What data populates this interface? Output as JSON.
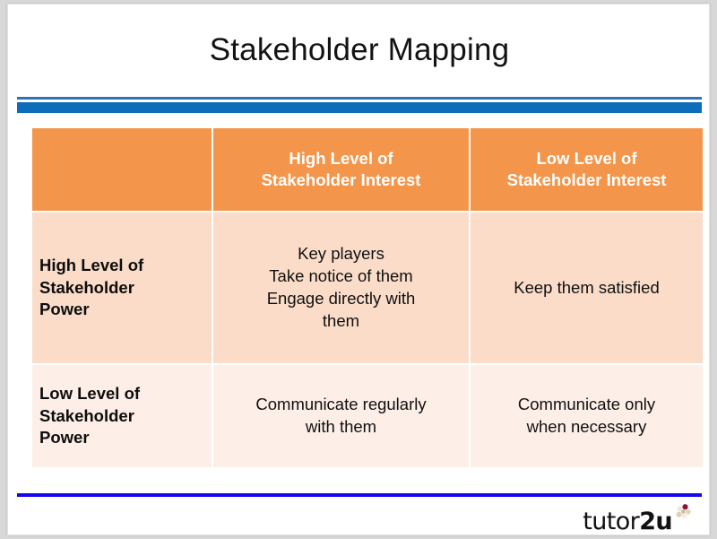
{
  "slide": {
    "title": "Stakeholder Mapping",
    "accent_blue_thin": "#2e74b5",
    "accent_blue_bar": "#0c6eb9",
    "footer_rule_color": "#1707f0",
    "header_fill": "#f3954a",
    "row1_fill": "#fadcc9",
    "row2_fill": "#fdeee7",
    "background": "#ffffff"
  },
  "matrix": {
    "corner_label": "",
    "column_headers": [
      "High Level of\nStakeholder Interest",
      "Low Level of\nStakeholder Interest"
    ],
    "column_headers_lines": [
      [
        "High Level of",
        "Stakeholder Interest"
      ],
      [
        "Low Level of",
        "Stakeholder Interest"
      ]
    ],
    "rows": [
      {
        "label_lines": [
          "High Level of",
          "Stakeholder",
          "Power"
        ],
        "label": "High Level of Stakeholder Power",
        "cells": [
          {
            "lines": [
              "Key players",
              "Take notice of them",
              "Engage directly with",
              "them"
            ],
            "text": "Key players Take notice of them Engage directly with them"
          },
          {
            "lines": [
              "Keep them satisfied"
            ],
            "text": "Keep them satisfied"
          }
        ]
      },
      {
        "label_lines": [
          "Low Level of",
          "Stakeholder",
          "Power"
        ],
        "label": "Low Level of Stakeholder Power",
        "cells": [
          {
            "lines": [
              "Communicate regularly",
              "with them"
            ],
            "text": "Communicate regularly with them"
          },
          {
            "lines": [
              "Communicate only",
              "when necessary"
            ],
            "text": "Communicate only when necessary"
          }
        ]
      }
    ]
  },
  "footer": {
    "logo_text_part1": "tutor",
    "logo_text_part2": "2u",
    "logo_full": "tutor2u",
    "flower_colors": [
      "#8a1538",
      "#d9c9a3",
      "#e8e0cc",
      "#f2eee2"
    ]
  }
}
